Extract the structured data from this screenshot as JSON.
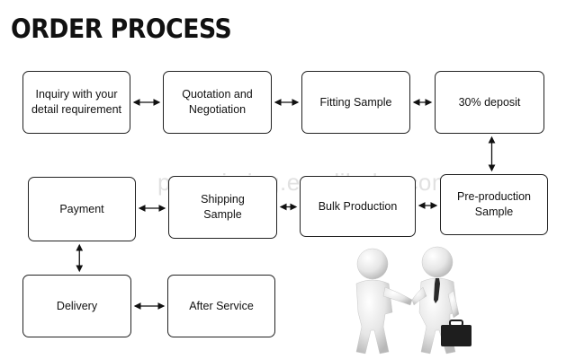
{
  "title": "ORDER PROCESS",
  "watermark": "pmweiming.en.alibaba.com",
  "nodes": [
    {
      "id": "inquiry",
      "label": "Inquiry with your\ndetail requirement"
    },
    {
      "id": "quotation",
      "label": "Quotation and\nNegotiation"
    },
    {
      "id": "fitting",
      "label": "Fitting Sample"
    },
    {
      "id": "deposit",
      "label": "30% deposit"
    },
    {
      "id": "preproduction",
      "label": "Pre-production\nSample"
    },
    {
      "id": "bulk",
      "label": "Bulk Production"
    },
    {
      "id": "shipping",
      "label": "Shipping\nSample"
    },
    {
      "id": "payment",
      "label": "Payment"
    },
    {
      "id": "delivery",
      "label": "Delivery"
    },
    {
      "id": "after",
      "label": "After Service"
    }
  ],
  "edges": [
    [
      "inquiry",
      "quotation"
    ],
    [
      "quotation",
      "fitting"
    ],
    [
      "fitting",
      "deposit"
    ],
    [
      "deposit",
      "preproduction"
    ],
    [
      "preproduction",
      "bulk"
    ],
    [
      "bulk",
      "shipping"
    ],
    [
      "shipping",
      "payment"
    ],
    [
      "payment",
      "delivery"
    ],
    [
      "delivery",
      "after"
    ]
  ],
  "colors": {
    "border": "#222222",
    "text": "#111111",
    "arrow": "#111111"
  }
}
